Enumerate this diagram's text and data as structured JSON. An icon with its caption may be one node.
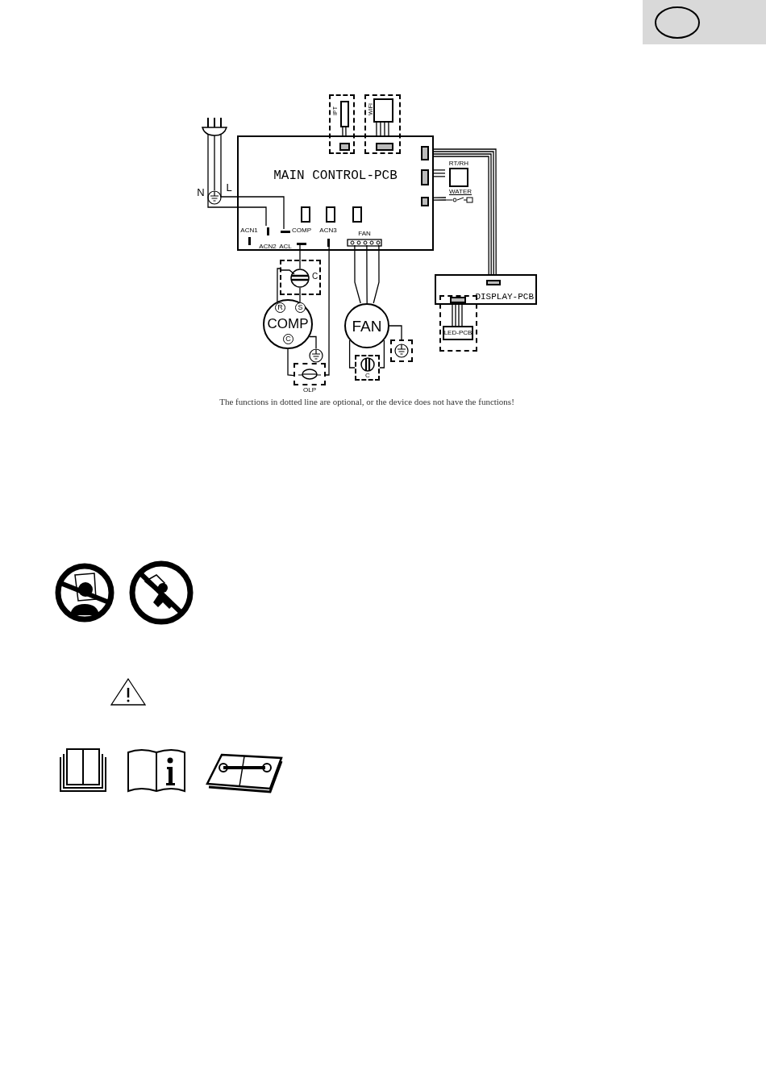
{
  "diagram": {
    "caption": "The functions in dotted line are optional, or the device does not have the functions!",
    "nodes": [
      {
        "text": [
          "MAIN CONTROL-PCB"
        ]
      },
      {
        "text": [
          "IPT"
        ]
      },
      {
        "text": [
          "WIFI"
        ]
      },
      {
        "text": [
          "RT/RH"
        ]
      },
      {
        "text": [
          "WATER"
        ]
      },
      {
        "text": [
          "DISPLAY-PCB"
        ]
      },
      {
        "text": [
          "LED-PCB"
        ]
      },
      {
        "text": [
          "COMP"
        ]
      },
      {
        "text": [
          "FAN"
        ]
      },
      {
        "text": [
          "C"
        ]
      },
      {
        "text": [
          "OLP"
        ]
      },
      {
        "text": [
          "C"
        ]
      },
      {
        "text": [],
        "shape": "ground"
      },
      {
        "text": [],
        "shape": "ground"
      },
      {
        "text": [],
        "shape": "plug"
      },
      {
        "text": [],
        "shape": "ground"
      },
      {
        "text": [
          "ACN1"
        ],
        "in": 0
      },
      {
        "text": [
          "ACN2"
        ],
        "in": 0
      },
      {
        "text": [
          "ACL"
        ],
        "in": 0
      },
      {
        "text": [
          "COMP"
        ],
        "in": 0
      },
      {
        "text": [
          "ACN3"
        ],
        "in": 0
      },
      {
        "text": [
          "FAN"
        ],
        "in": 0
      }
    ],
    "edges": [
      {
        "from": 14,
        "to": 17,
        "arrow": "none"
      },
      {
        "from": 14,
        "to": 18,
        "arrow": "none"
      },
      {
        "from": 14,
        "to": 15,
        "arrow": "none"
      },
      {
        "from": 19,
        "to": 9,
        "arrow": "none"
      },
      {
        "from": 9,
        "to": 7,
        "arrow": "none"
      },
      {
        "from": 9,
        "to": 7,
        "arrow": "none"
      },
      {
        "from": 20,
        "to": 10,
        "arrow": "none"
      },
      {
        "from": 10,
        "to": 7,
        "arrow": "none"
      },
      {
        "from": 7,
        "to": 13,
        "arrow": "none"
      },
      {
        "from": 21,
        "to": 8,
        "arrow": "none"
      },
      {
        "from": 8,
        "to": 11,
        "arrow": "none"
      },
      {
        "from": 8,
        "to": 12,
        "arrow": "none"
      },
      {
        "from": 0,
        "to": 5,
        "arrow": "none"
      },
      {
        "from": 0,
        "to": 3,
        "arrow": "none"
      },
      {
        "from": 0,
        "to": 4,
        "arrow": "none"
      },
      {
        "from": 1,
        "to": 0,
        "arrow": "none"
      },
      {
        "from": 2,
        "to": 0,
        "arrow": "none"
      },
      {
        "from": 5,
        "to": 6,
        "arrow": "none"
      },
      {
        "from": 8,
        "to": 11,
        "arrow": "none"
      }
    ],
    "labels": [
      "N",
      "L",
      "R",
      "S",
      "C"
    ]
  }
}
